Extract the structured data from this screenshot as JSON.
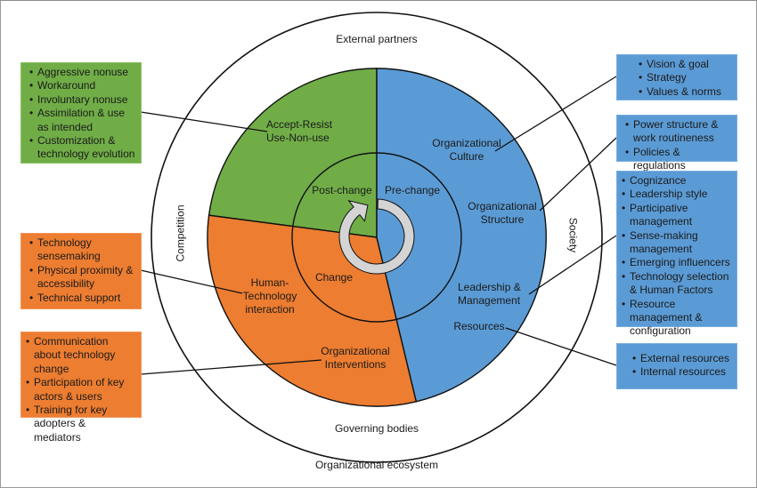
{
  "colors": {
    "adoption_sector": "#70ad47",
    "change_sector": "#ed7d31",
    "organization_sector": "#5b9bd5",
    "cycle_arrow": "#d4d4d4",
    "line": "#111111"
  },
  "ecosystem": {
    "title": "Organizational ecosystem",
    "top": "External partners",
    "bottom": "Governing bodies",
    "left": "Competition",
    "right": "Society"
  },
  "phases": {
    "post_change": "Post-change",
    "pre_change": "Pre-change",
    "change": "Change",
    "cycle_icon": "clockwise-cycle-arrow"
  },
  "sectors": {
    "accept_resist": [
      "Accept-Resist",
      "Use-Non-use"
    ],
    "org_culture": [
      "Organizational",
      "Culture"
    ],
    "org_structure": [
      "Organizational",
      "Structure"
    ],
    "leadership": [
      "Leadership &",
      "Management"
    ],
    "resources": "Resources",
    "human_tech": [
      "Human-",
      "Technology",
      "interaction"
    ],
    "org_interventions": [
      "Organizational",
      "Interventions"
    ]
  },
  "boxes": {
    "adoption": [
      "Aggressive nonuse",
      "Workaround",
      "Involuntary nonuse",
      "Assimilation & use as intended",
      "Customization & technology evolution"
    ],
    "human_tech": [
      "Technology sensemaking",
      "Physical proximity & accessibility",
      "Technical support"
    ],
    "interventions": [
      "Communication about technology change",
      "Participation of key actors & users",
      "Training for key adopters & mediators"
    ],
    "culture": [
      "Vision & goal",
      "Strategy",
      "Values & norms"
    ],
    "structure": [
      "Power structure & work routineness",
      "Policies & regulations"
    ],
    "leadership": [
      "Cognizance",
      "Leadership style",
      "Participative management",
      "Sense-making management",
      "Emerging influencers",
      "Technology selection & Human Factors",
      "Resource management & configuration"
    ],
    "resources": [
      "External resources",
      "Internal resources"
    ]
  }
}
